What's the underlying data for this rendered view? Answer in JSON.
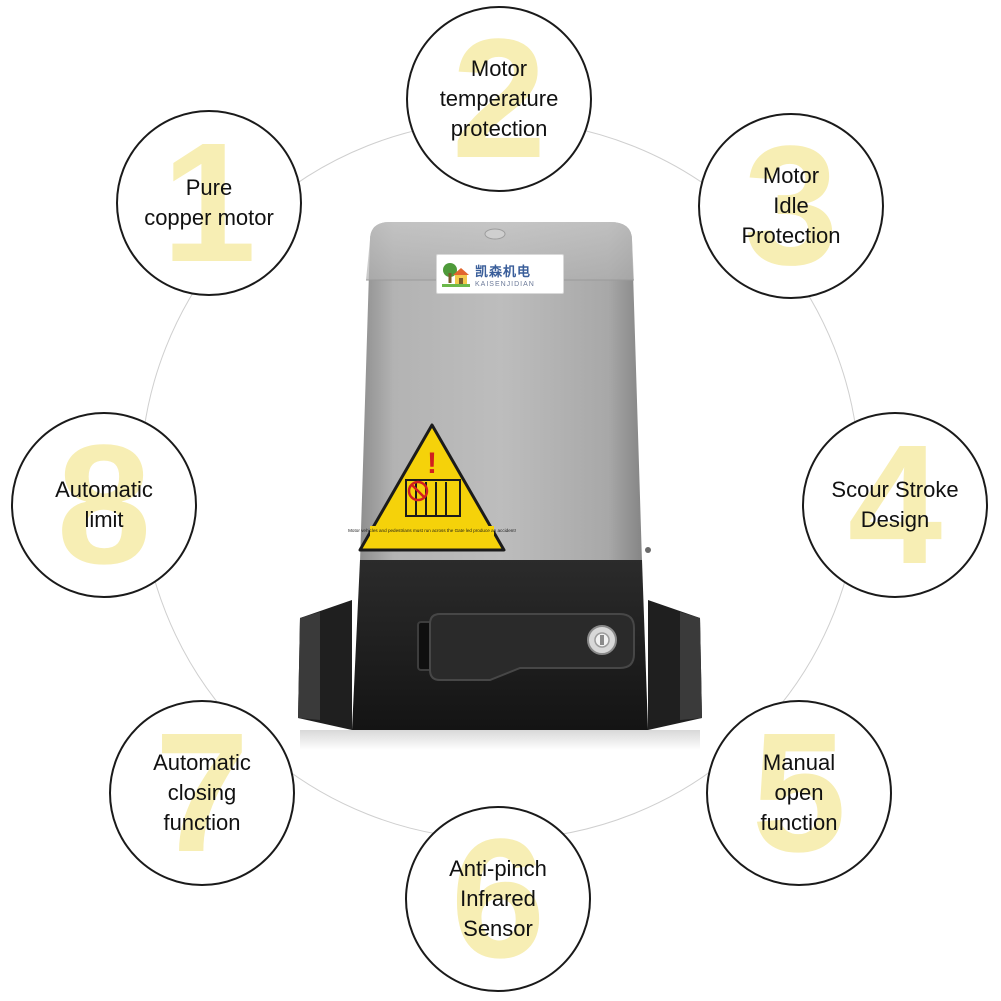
{
  "features": [
    {
      "number": "1",
      "label": "Pure\ncopper motor"
    },
    {
      "number": "2",
      "label": "Motor\ntemperature\nprotection"
    },
    {
      "number": "3",
      "label": "Motor\nIdle\nProtection"
    },
    {
      "number": "4",
      "label": "Scour Stroke\nDesign"
    },
    {
      "number": "5",
      "label": "Manual\nopen\nfunction"
    },
    {
      "number": "6",
      "label": "Anti-pinch\nInfrared\nSensor"
    },
    {
      "number": "7",
      "label": "Automatic\nclosing\nfunction"
    },
    {
      "number": "8",
      "label": "Automatic\nlimit"
    }
  ],
  "product": {
    "brand_cn": "凯森机电",
    "brand_en": "KAISENJIDIAN",
    "warning_text": "Motor vehicles and pedestrians must run across the Gate led produce an accident!"
  },
  "colors": {
    "housing_grey": "#a9a9a9",
    "base_black": "#1c1c1c",
    "warning_yellow": "#f5d20a",
    "number_watermark": "#f7eeb4"
  }
}
